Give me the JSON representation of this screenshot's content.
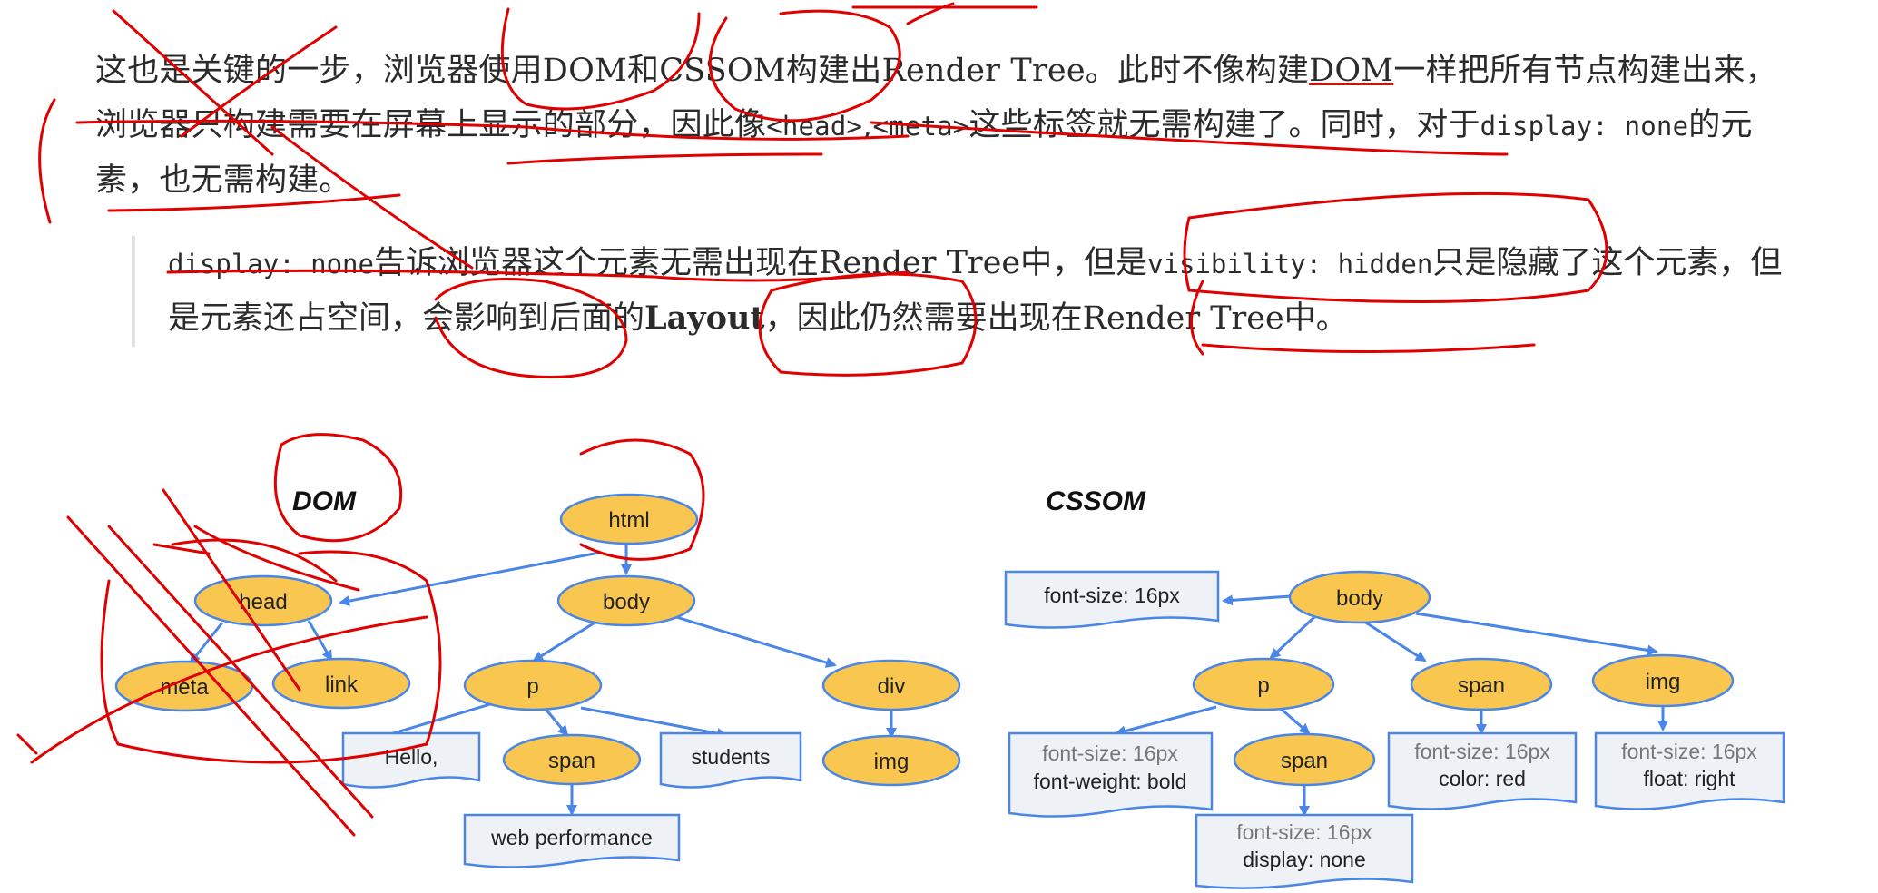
{
  "paragraph": {
    "p1": "这也是关键的一步，浏览器使用DOM和CSSOM构建出Render Tree。此时不像构建",
    "p1_dom": "DOM",
    "p2": "一样把所有节点构建出来，浏览器只构建需要在屏幕上显示的部分，因此像",
    "code1": "<head>",
    "comma": ",",
    "code2": "<meta>",
    "p3": "这些标签就无需构建了。同时，对于",
    "code3": "display: none",
    "p4": "的元素，也无需构建。"
  },
  "quote": {
    "code1": "display: none",
    "q1": "告诉浏览器这个元素无需出现在Render Tree中，但是",
    "code2": "visibility: hidden",
    "q2": "只是隐藏了这个元素，但是元素还占空间，会影响到后面的",
    "bold": "Layout",
    "q3": "，因此仍然需要出现在Render Tree中。"
  },
  "dom": {
    "title": "DOM",
    "nodes": {
      "html": "html",
      "body": "body",
      "head": "head",
      "meta": "meta",
      "link": "link",
      "p": "p",
      "div": "div",
      "span": "span",
      "img": "img"
    },
    "docs": {
      "hello": "Hello,",
      "students": "students",
      "web": "web performance"
    }
  },
  "cssom": {
    "title": "CSSOM",
    "nodes": {
      "body": "body",
      "p": "p",
      "span1": "span",
      "img": "img",
      "span2": "span"
    },
    "docs": {
      "body_fs": "font-size: 16px",
      "p_fs": "font-size: 16px",
      "p_fw": "font-weight: bold",
      "span1_fs": "font-size: 16px",
      "span1_color": "color: red",
      "img_fs": "font-size: 16px",
      "img_float": "float: right",
      "span2_fs": "font-size: 16px",
      "span2_display": "display: none"
    }
  },
  "colors": {
    "node_fill": "#f9c74f",
    "node_stroke": "#4a86e8",
    "edge": "#4a86e8",
    "doc_fill": "#eef1f6",
    "annotation": "#e00000"
  }
}
